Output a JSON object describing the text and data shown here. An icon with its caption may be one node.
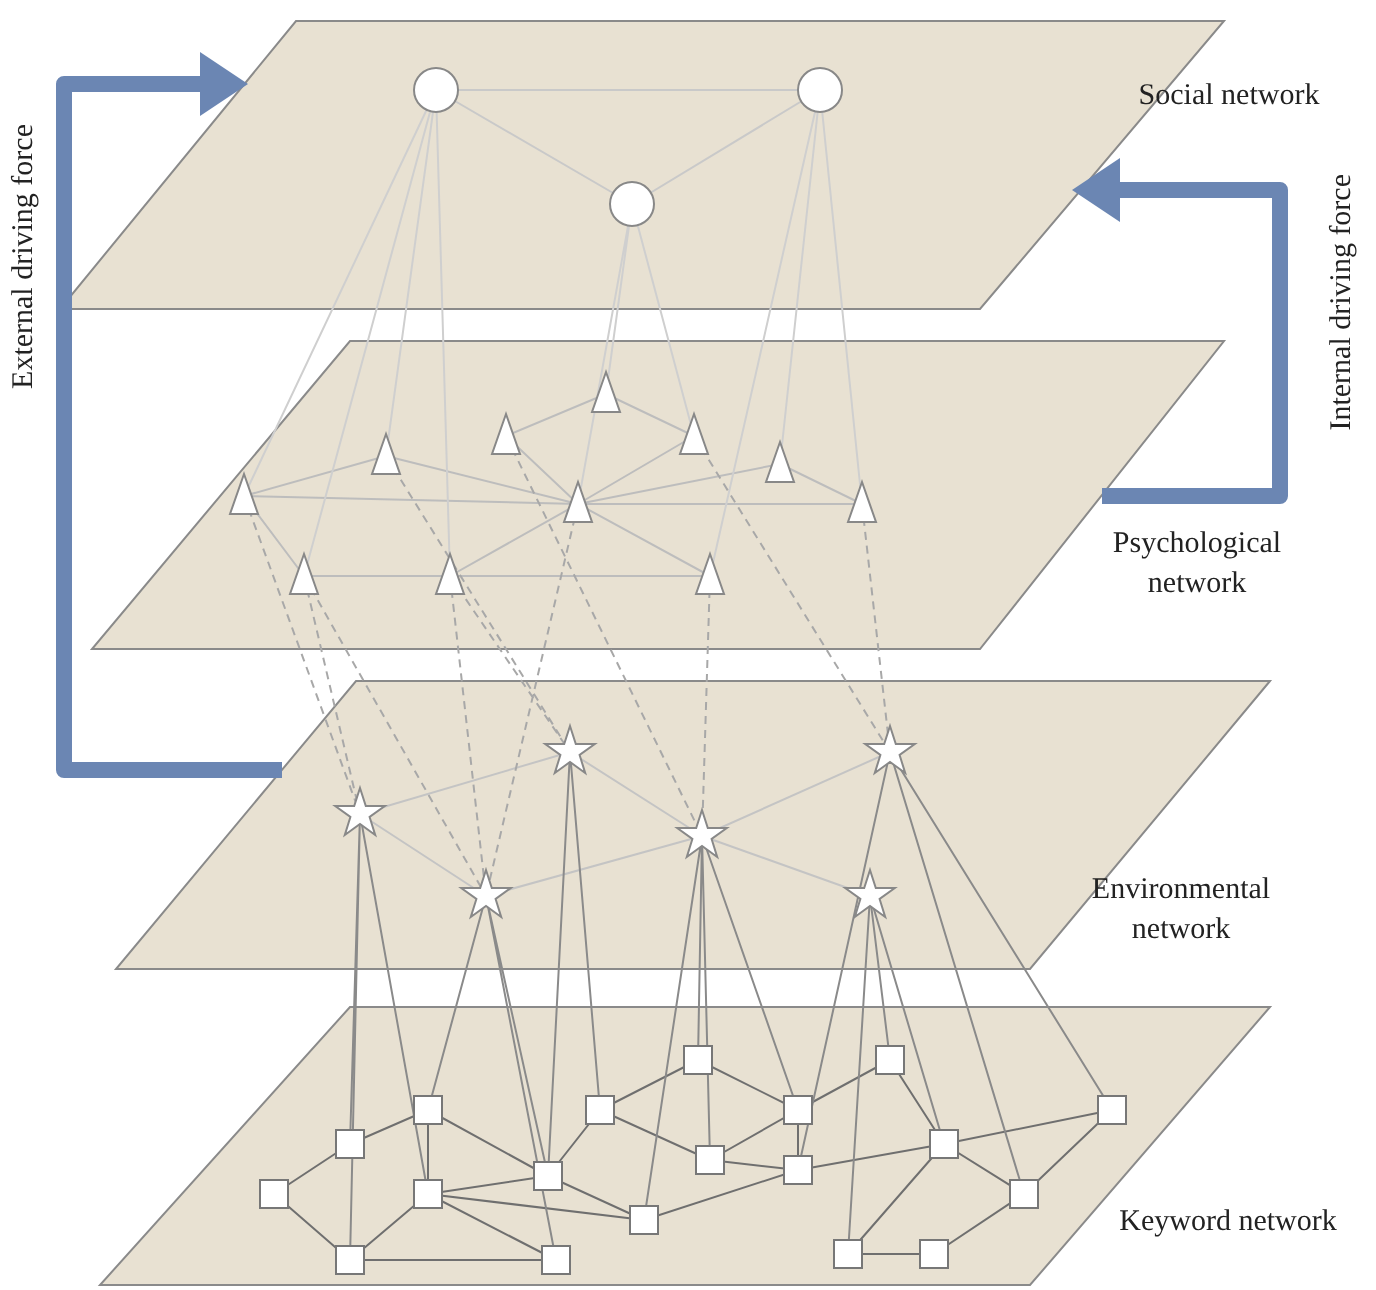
{
  "diagram": {
    "nodes": [
      {
        "text": [
          "Social network"
        ]
      },
      {
        "text": [
          "Psychological network"
        ]
      },
      {
        "text": [
          "Environmental network"
        ]
      },
      {
        "text": [
          "Keyword network"
        ]
      }
    ],
    "edges": [
      {
        "from": 2,
        "to": 0,
        "arrow": "to",
        "label": "External driving force"
      },
      {
        "from": 1,
        "to": 0,
        "arrow": "to",
        "label": "Internal driving force"
      }
    ]
  }
}
